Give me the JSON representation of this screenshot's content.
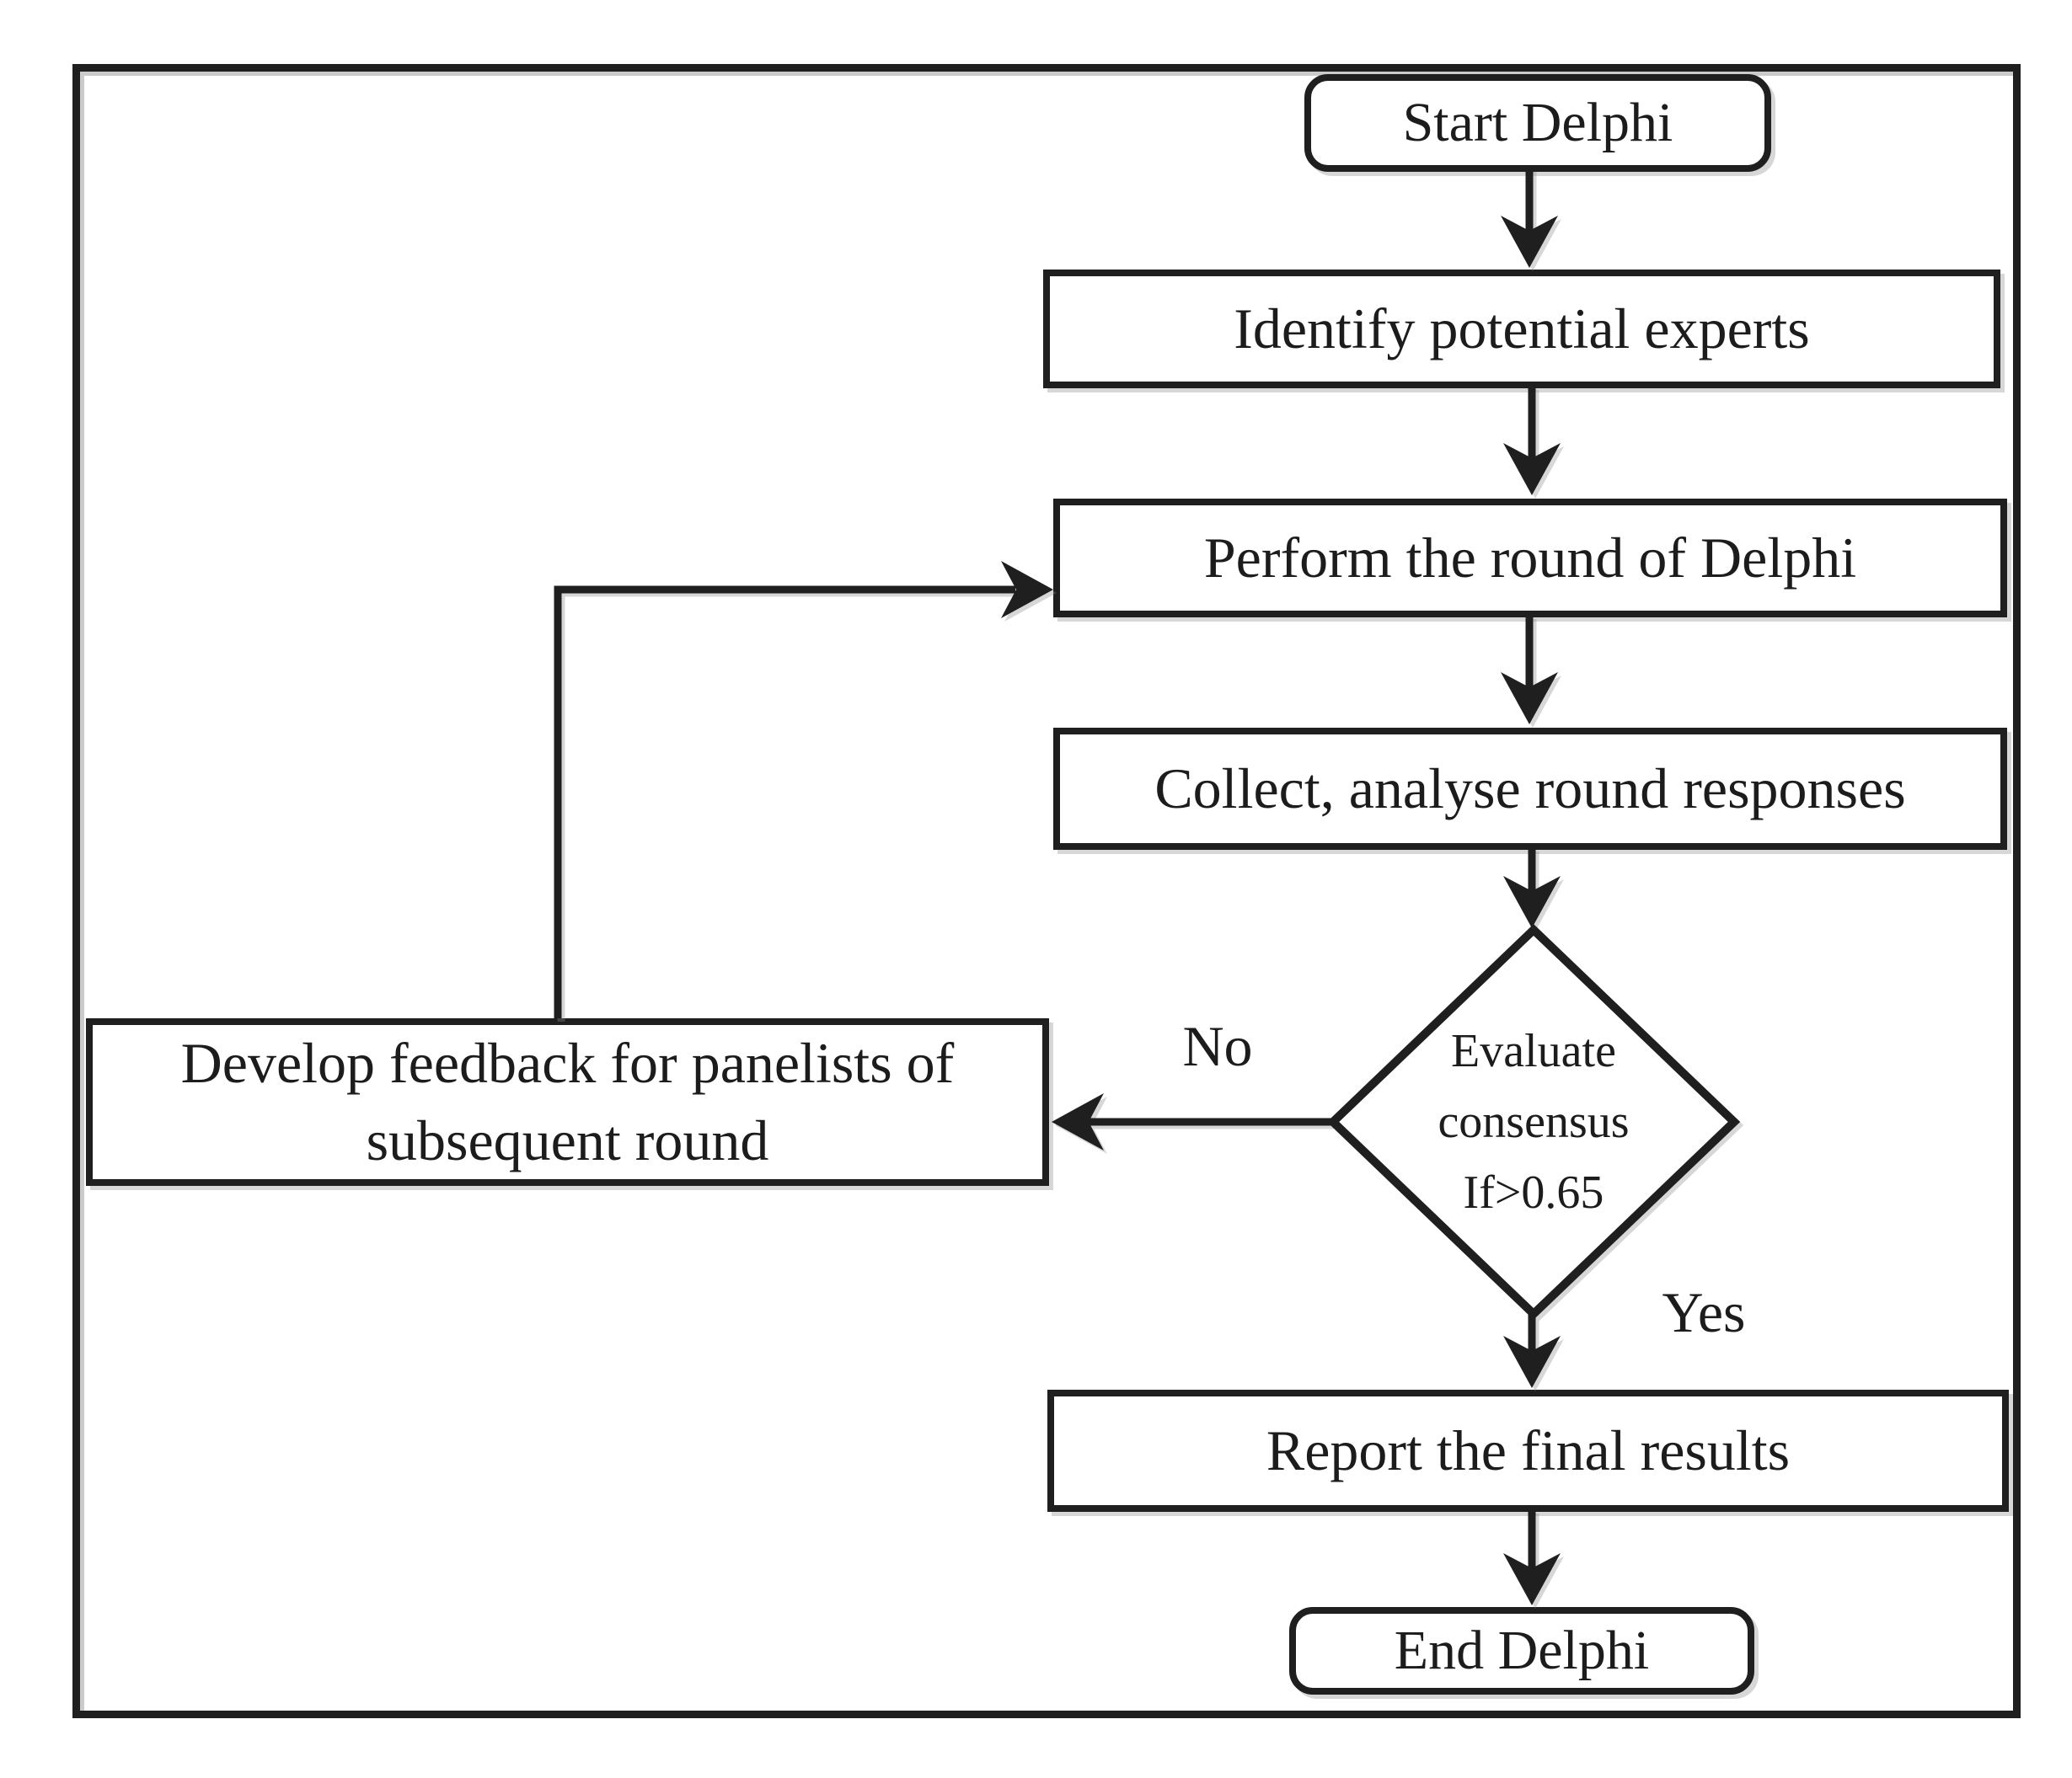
{
  "diagram": {
    "type": "flowchart",
    "subject": "Delphi process",
    "colors": {
      "ink": "#1f1f1f",
      "background": "#ffffff",
      "shadow_gray": "#8c8c8c"
    },
    "nodes": {
      "start": {
        "shape": "rounded-rectangle",
        "label": "Start Delphi"
      },
      "identify": {
        "shape": "rectangle",
        "label": "Identify potential experts"
      },
      "perform": {
        "shape": "rectangle",
        "label": "Perform the round of Delphi"
      },
      "collect": {
        "shape": "rectangle",
        "label": "Collect, analyse round responses"
      },
      "decision": {
        "shape": "diamond",
        "lines": [
          "Evaluate",
          "consensus",
          "If>0.65"
        ]
      },
      "feedback": {
        "shape": "rectangle",
        "lines": [
          "Develop feedback for panelists of",
          "subsequent round"
        ]
      },
      "report": {
        "shape": "rectangle",
        "label": "Report the final results"
      },
      "end": {
        "shape": "rounded-rectangle",
        "label": "End Delphi"
      }
    },
    "edges": {
      "no_label": "No",
      "yes_label": "Yes",
      "no_branch": "decision -> feedback",
      "yes_branch": "decision -> report",
      "loop": "feedback -> perform"
    }
  }
}
